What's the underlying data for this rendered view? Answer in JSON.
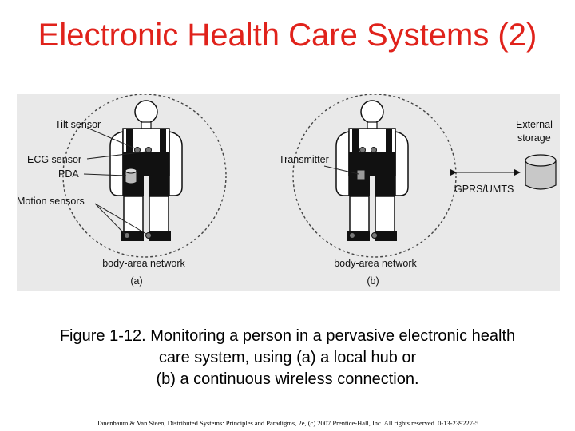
{
  "slide": {
    "title": "Electronic Health Care Systems (2)"
  },
  "diagram": {
    "panel_a": {
      "labels": {
        "tilt_sensor": "Tilt sensor",
        "ecg_sensor": "ECG sensor",
        "pda": "PDA",
        "motion_sensors": "Motion sensors",
        "network": "body-area network",
        "tag": "(a)"
      }
    },
    "panel_b": {
      "labels": {
        "transmitter": "Transmitter",
        "external_storage_line1": "External",
        "external_storage_line2": "storage",
        "link": "GPRS/UMTS",
        "network": "body-area network",
        "tag": "(b)"
      }
    }
  },
  "caption": {
    "line1": "Figure 1-12. Monitoring a person in a pervasive electronic health",
    "line2": "care system, using (a) a local hub or",
    "line3": "(b) a continuous wireless connection."
  },
  "footer": {
    "text": "Tanenbaum & Van Steen, Distributed Systems: Principles and Paradigms, 2e, (c) 2007 Prentice-Hall, Inc. All rights reserved. 0-13-239227-5"
  }
}
